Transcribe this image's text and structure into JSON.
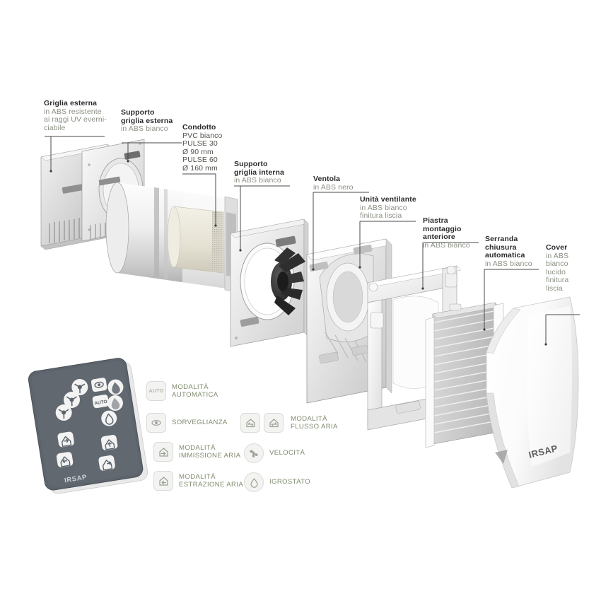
{
  "meta": {
    "brand": "IRSAP",
    "background_color": "#ffffff",
    "title_color": "#2b2b2b",
    "subtitle_color": "#8a9184",
    "legend_text_color": "#7e8a6e",
    "leader_color": "#4a4a4a"
  },
  "callouts": [
    {
      "id": "griglia-esterna",
      "title": "Griglia esterna",
      "subtitle": "in ABS resistente\nai raggi UV everni-\nciabile"
    },
    {
      "id": "supporto-griglia-esterna",
      "title": "Supporto\ngriglia esterna",
      "subtitle": "in ABS bianco"
    },
    {
      "id": "condotto",
      "title": "Condotto",
      "subtitle": "PVC bianco\nPULSE 30\nØ 90 mm\nPULSE 60\nØ 160 mm"
    },
    {
      "id": "supporto-griglia-interna",
      "title": "Supporto\ngriglia interna",
      "subtitle": "in ABS bianco"
    },
    {
      "id": "ventola",
      "title": "Ventola",
      "subtitle": "in ABS nero"
    },
    {
      "id": "unita-ventilante",
      "title": "Unità ventilante",
      "subtitle": "in ABS bianco\nfinitura liscia"
    },
    {
      "id": "piastra-montaggio-anteriore",
      "title": "Piastra montaggio\nanteriore",
      "subtitle": "in ABS bianco"
    },
    {
      "id": "serranda-chiusura-automatica",
      "title": "Serranda\nchiusura\nautomatica",
      "subtitle": "in ABS bianco"
    },
    {
      "id": "cover",
      "title": "Cover",
      "subtitle": "in ABS\nbianco\nlucido\nfinitura\nliscia"
    }
  ],
  "legend": {
    "items": [
      {
        "id": "modalita-automatica",
        "icon": "auto-badge-icon",
        "icon_text": "AUTO",
        "label": "MODALITÀ\nAUTOMATICA"
      },
      {
        "id": "sorveglianza",
        "icon": "eye-icon",
        "icon_text": "",
        "label": "SORVEGLIANZA"
      },
      {
        "id": "modalita-immissione-aria",
        "icon": "house-arrow-in-icon",
        "icon_text": "",
        "label": "MODALITÀ\nIMMISSIONE ARIA"
      },
      {
        "id": "modalita-estrazione-aria",
        "icon": "house-arrow-out-icon",
        "icon_text": "",
        "label": "MODALITÀ\nESTRAZIONE ARIA"
      },
      {
        "id": "modalita-flusso-aria",
        "icon": "airflow-updown-icon",
        "icon_text": "",
        "label": "MODALITÀ\nFLUSSO ARIA"
      },
      {
        "id": "velocita",
        "icon": "fan-icon",
        "icon_text": "",
        "label": "VELOCITÀ"
      },
      {
        "id": "igrostato",
        "icon": "water-drop-icon",
        "icon_text": "",
        "label": "IGROSTATO"
      }
    ]
  },
  "remote": {
    "id": "remote-control",
    "brand_label": "IRSAP",
    "body_color": "#5d646c",
    "buttons": [
      {
        "id": "fan-speed-1",
        "icon": "fan-icon"
      },
      {
        "id": "fan-speed-2",
        "icon": "fan-icon"
      },
      {
        "id": "fan-speed-3",
        "icon": "fan-icon"
      },
      {
        "id": "surveillance",
        "icon": "eye-icon"
      },
      {
        "id": "auto-mode",
        "icon": "auto-badge-icon",
        "icon_text": "AUTO"
      },
      {
        "id": "humidity-1",
        "icon": "water-drop-icon"
      },
      {
        "id": "humidity-2",
        "icon": "water-drop-icon"
      },
      {
        "id": "humidity-3",
        "icon": "water-drop-icon"
      },
      {
        "id": "intake-mode",
        "icon": "house-arrow-in-icon"
      },
      {
        "id": "extract-mode",
        "icon": "house-arrow-out-icon"
      },
      {
        "id": "airflow-mode",
        "icon": "airflow-updown-icon"
      },
      {
        "id": "return-mode",
        "icon": "house-arrow-out-icon"
      }
    ]
  },
  "product": {
    "id": "pulse-exploded-view",
    "cover_brand_label": "IRSAP"
  }
}
